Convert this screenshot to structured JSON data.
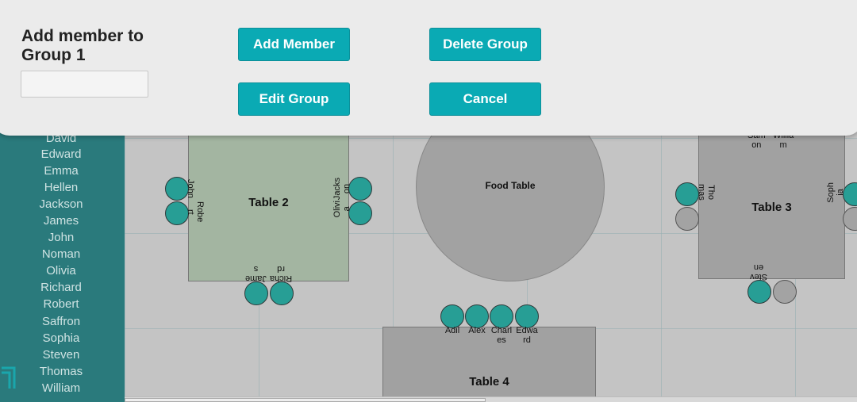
{
  "dialog": {
    "title": "Add member to Group 1",
    "input_placeholder": "",
    "buttons": {
      "add_member": "Add Member",
      "delete_group": "Delete Group",
      "edit_group": "Edit Group",
      "cancel": "Cancel"
    }
  },
  "sidebar": {
    "names": [
      "David",
      "Edward",
      "Emma",
      "Hellen",
      "Jackson",
      "James",
      "John",
      "Noman",
      "Olivia",
      "Richard",
      "Robert",
      "Saffron",
      "Sophia",
      "Steven",
      "Thomas",
      "William"
    ]
  },
  "canvas": {
    "food_table": "Food Table",
    "tables": [
      {
        "name": "Table 2",
        "seat_labels": {
          "john": "John",
          "robert": "Robe\nrt",
          "jackson": "Jacks\non",
          "olivia": "Olivi\na",
          "richard": "Richa\nrd",
          "james": "Jame\ns"
        }
      },
      {
        "name": "Table 3",
        "seat_labels": {
          "samson": "Sam\non",
          "william": "Willia\nm",
          "thomas": "Tho\nmas",
          "sophia": "Soph\nia",
          "steven": "Stev\nen"
        }
      },
      {
        "name": "Table 4",
        "seat_labels": {
          "adil": "Adil",
          "alex": "Alex",
          "charles": "Charl\nes",
          "edward": "Edwa\nrd"
        }
      }
    ]
  },
  "colors": {
    "accent": "#0aaab4",
    "sidebar": "#2a7a7c",
    "seat_assigned": "#279e95",
    "table2": "#a3b5a1"
  }
}
